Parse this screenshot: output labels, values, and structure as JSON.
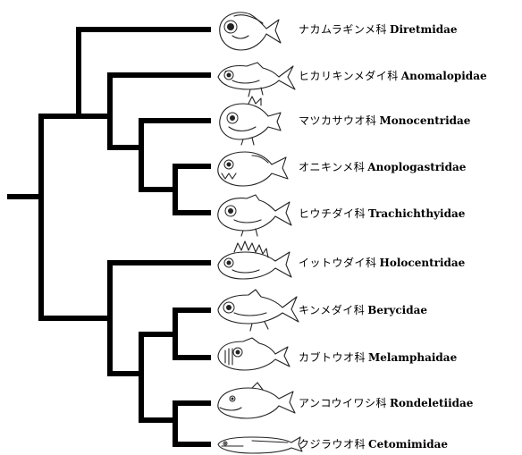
{
  "families": [
    {
      "jp": "ナカムラギンメ科",
      "sci": "Diretmidae",
      "icon": "diretmid-fish-icon"
    },
    {
      "jp": "ヒカリキンメダイ科",
      "sci": "Anomalopidae",
      "icon": "anomalopid-fish-icon"
    },
    {
      "jp": "マツカサウオ科",
      "sci": "Monocentridae",
      "icon": "monocentrid-fish-icon"
    },
    {
      "jp": "オニキンメ科",
      "sci": "Anoplogastridae",
      "icon": "anoplogastrid-fish-icon"
    },
    {
      "jp": "ヒウチダイ科",
      "sci": "Trachichthyidae",
      "icon": "trachichthyid-fish-icon"
    },
    {
      "jp": "イットウダイ科",
      "sci": "Holocentridae",
      "icon": "holocentrid-fish-icon"
    },
    {
      "jp": "キンメダイ科",
      "sci": "Berycidae",
      "icon": "berycid-fish-icon"
    },
    {
      "jp": "カブトウオ科",
      "sci": "Melamphaidae",
      "icon": "melamphaid-fish-icon"
    },
    {
      "jp": "アンコウイワシ科",
      "sci": "Rondeletiidae",
      "icon": "rondeletiid-fish-icon"
    },
    {
      "jp": "クジラウオ科",
      "sci": "Cetomimidae",
      "icon": "cetomimid-fish-icon"
    }
  ]
}
